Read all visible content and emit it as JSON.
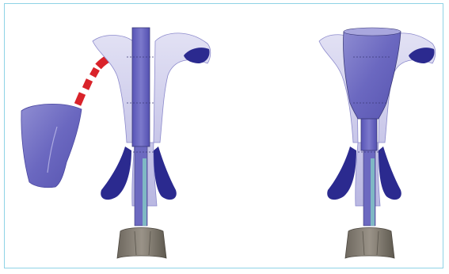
{
  "figure": {
    "panels": [
      {
        "id": "left",
        "state": "before-insertion"
      },
      {
        "id": "right",
        "state": "after-insertion"
      }
    ]
  },
  "colors": {
    "frame_border": "#8fd3e6",
    "pale_lavender": "#c9c8ea",
    "lavender_mid": "#9c9ad6",
    "core_blue": "#6f6cc4",
    "deep_blue": "#2b2a8f",
    "post_teal": "#7fb8c4",
    "arrow_red": "#d9232a",
    "base_gray": "#7d776d",
    "outline": "#3b3a7a"
  },
  "icons": [
    "red-curved-arrow",
    "funnel-sleeve-shape",
    "ground-base-block"
  ]
}
